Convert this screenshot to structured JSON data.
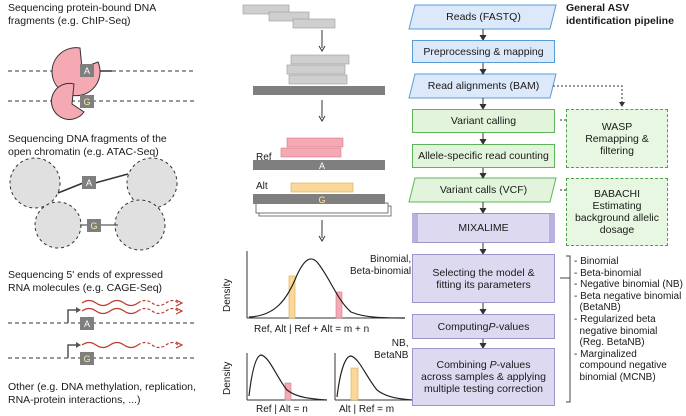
{
  "left": {
    "chip_caption": "Sequencing protein-bound DNA\nfragments (e.g. ChIP-Seq)",
    "atac_caption": "Sequencing DNA fragments of the\nopen chromatin (e.g. ATAC-Seq)",
    "cage_caption": "Sequencing 5' ends of expressed\nRNA molecules (e.g. CAGE-Seq)",
    "other_caption": "Other (e.g. DNA methylation, replication,\nRNA-protein interactions, ...)",
    "allele_a": "A",
    "allele_g": "G"
  },
  "middle": {
    "ref_label": "Ref",
    "alt_label": "Alt",
    "allele_a": "A",
    "allele_g": "G",
    "density_label": "Density",
    "top_curve_label": "Binomial,\nBeta-binomial",
    "top_axis_label": "Ref, Alt | Ref + Alt = m + n",
    "nb_label": "NB,\nBetaNB",
    "bl_axis_label": "Ref | Alt = n",
    "br_axis_label": "Alt | Ref = m"
  },
  "pipeline": {
    "title": "General ASV\nidentification pipeline",
    "reads": "Reads (FASTQ)",
    "preprocessing": "Preprocessing & mapping",
    "alignments": "Read alignments (BAM)",
    "variant_calling": "Variant calling",
    "allele_counting": "Allele-specific read counting",
    "variant_calls": "Variant calls (VCF)",
    "mixalime": "MIXALIME",
    "selecting": "Selecting the model &\nfitting its parameters",
    "computing_pre": "Computing ",
    "computing_p": "P",
    "computing_post": "-values",
    "combining_pre": "Combining ",
    "combining_p": "P",
    "combining_post": "-values\nacross samples & applying\nmultiple testing correction",
    "wasp": "WASP\nRemapping &\nfiltering",
    "babachi": "BABACHI\nEstimating\nbackground allelic\ndosage"
  },
  "models": [
    "- Binomial",
    "- Beta-binomial",
    "- Negative binomial (NB)",
    "- Beta negative binomial\n  (BetaNB)",
    "- Regularized beta\n  negative binomial\n  (Reg. BetaNB)",
    "- Marginalized\n  compound negative\n  binomial (MCNB)"
  ],
  "colors": {
    "blue_fill": "#dbe9fb",
    "green_fill": "#e2f5dc",
    "purple_fill": "#ddd9f0",
    "pink": "#f4a9b3",
    "gold": "#fbd89a",
    "gray_bar": "#7f7f7f"
  }
}
